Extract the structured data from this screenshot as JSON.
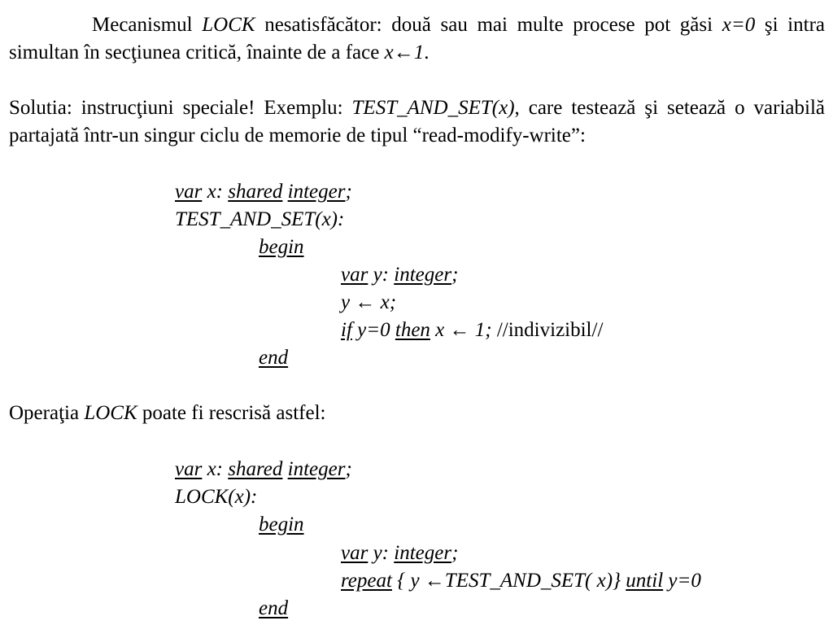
{
  "p1": {
    "a": "Mecanismul ",
    "b": "LOCK",
    "c": " nesatisfăcător: două sau mai multe procese pot găsi ",
    "d": "x=0",
    "e": " şi intra simultan în secţiunea critică, înainte de a face ",
    "f": "x←1",
    "g": "."
  },
  "p2": {
    "a": "Solutia: instrucţiuni speciale! Exemplu: ",
    "b": "TEST_AND_SET(x)",
    "c": ", care testează şi setează o variabilă partajată într-un singur ciclu de memorie de tipul “read-modify-write”:"
  },
  "code1": {
    "var_kw": "var",
    "x_decl": " x: ",
    "shared_kw": "shared",
    "integer_kw": "integer",
    "semi": ";",
    "func": "TEST_AND_SET(x):",
    "begin": "begin",
    "y_decl": " y: ",
    "assign": "y ← x;",
    "if_kw": "if",
    "cond": "  y=0 ",
    "then_kw": "then",
    "action": "  x ← 1;",
    "comment": " //indivizibil//",
    "end": "end"
  },
  "p3": {
    "a": "Operaţia ",
    "b": "LOCK",
    "c": " poate fi rescrisă astfel:"
  },
  "code2": {
    "var_kw": "var",
    "x_decl": " x: ",
    "shared_kw": "shared",
    "integer_kw": "integer",
    "semi": ";",
    "func": "LOCK(x):",
    "begin": "begin",
    "y_decl": " y: ",
    "repeat_kw": "repeat",
    "loop_body": "  { y ←TEST_AND_SET( x)} ",
    "until_kw": "until",
    "cond": " y=0",
    "end": "end"
  }
}
